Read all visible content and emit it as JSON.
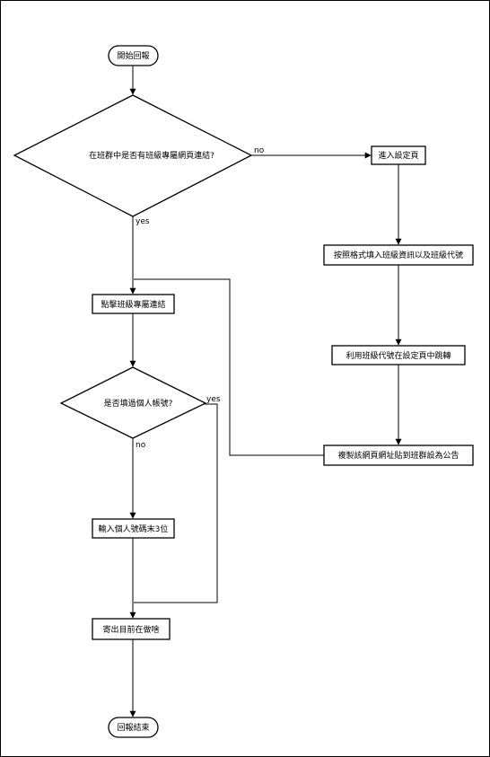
{
  "nodes": {
    "start": "開始回報",
    "decision_link": "在班群中是否有班級專屬網頁連結?",
    "go_settings": "進入設定頁",
    "fill_info": "按照格式填入班級資訊以及班級代號",
    "use_code": "利用班級代號在設定頁中跳轉",
    "copy_post": "複製該網頁網址貼到班群設為公告",
    "click_link": "點擊班級專屬連結",
    "decision_filled": "是否填過個人帳號?",
    "input_id": "輸入個人號碼末3位",
    "submit": "寄出目前在做啥",
    "end": "回報結束"
  },
  "edge_labels": {
    "link_no": "no",
    "link_yes": "yes",
    "filled_yes": "yes",
    "filled_no": "no"
  },
  "colors": {
    "stroke": "#000000",
    "fill": "#ffffff"
  }
}
